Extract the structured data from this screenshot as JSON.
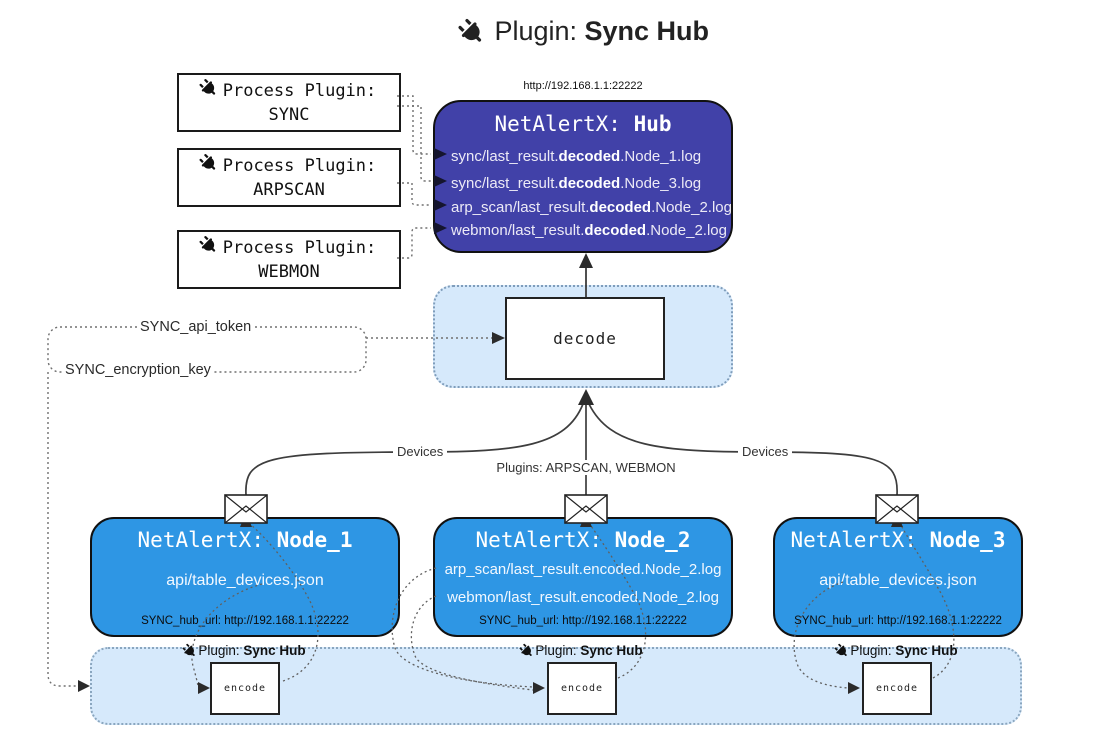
{
  "title": {
    "prefix": "Plugin: ",
    "bold": "Sync Hub"
  },
  "process_plugins": [
    {
      "label": "Process Plugin:",
      "name": "SYNC"
    },
    {
      "label": "Process Plugin:",
      "name": "ARPSCAN"
    },
    {
      "label": "Process Plugin:",
      "name": "WEBMON"
    }
  ],
  "hub": {
    "url": "http://192.168.1.1:22222",
    "title_prefix": "NetAlertX: ",
    "title_bold": "Hub",
    "logs": [
      {
        "pre": "sync/last_result.",
        "bold": "decoded",
        "post": ".Node_1.log"
      },
      {
        "pre": "sync/last_result.",
        "bold": "decoded",
        "post": ".Node_3.log"
      },
      {
        "pre": "arp_scan/last_result.",
        "bold": "decoded",
        "post": ".Node_2.log"
      },
      {
        "pre": "webmon/last_result.",
        "bold": "decoded",
        "post": ".Node_2.log"
      }
    ]
  },
  "decode": {
    "label": "decode"
  },
  "keys": {
    "api_token": "SYNC_api_token",
    "encryption_key": "SYNC_encryption_key"
  },
  "edges": {
    "devices_left": "Devices",
    "devices_right": "Devices",
    "plugins_center": "Plugins: ARPSCAN, WEBMON"
  },
  "nodes": [
    {
      "title_prefix": "NetAlertX: ",
      "title_bold": "Node_1",
      "files": [
        "api/table_devices.json"
      ],
      "hub_url": "SYNC_hub_url: http://192.168.1.1:22222"
    },
    {
      "title_prefix": "NetAlertX: ",
      "title_bold": "Node_2",
      "files": [
        "arp_scan/last_result.encoded.Node_2.log",
        "webmon/last_result.encoded.Node_2.log"
      ],
      "hub_url": "SYNC_hub_url: http://192.168.1.1:22222"
    },
    {
      "title_prefix": "NetAlertX: ",
      "title_bold": "Node_3",
      "files": [
        "api/table_devices.json"
      ],
      "hub_url": "SYNC_hub_url: http://192.168.1.1:22222"
    }
  ],
  "encoders": [
    {
      "label_prefix": "Plugin: ",
      "label_bold": "Sync Hub",
      "box": "encode"
    },
    {
      "label_prefix": "Plugin: ",
      "label_bold": "Sync Hub",
      "box": "encode"
    },
    {
      "label_prefix": "Plugin: ",
      "label_bold": "Sync Hub",
      "box": "encode"
    }
  ],
  "colors": {
    "hub_fill": "#4141a8",
    "node_fill": "#2e96e4",
    "panel_fill": "#d6e9fb",
    "solid_line": "#3d3d3d",
    "dotted_line": "#707070"
  }
}
